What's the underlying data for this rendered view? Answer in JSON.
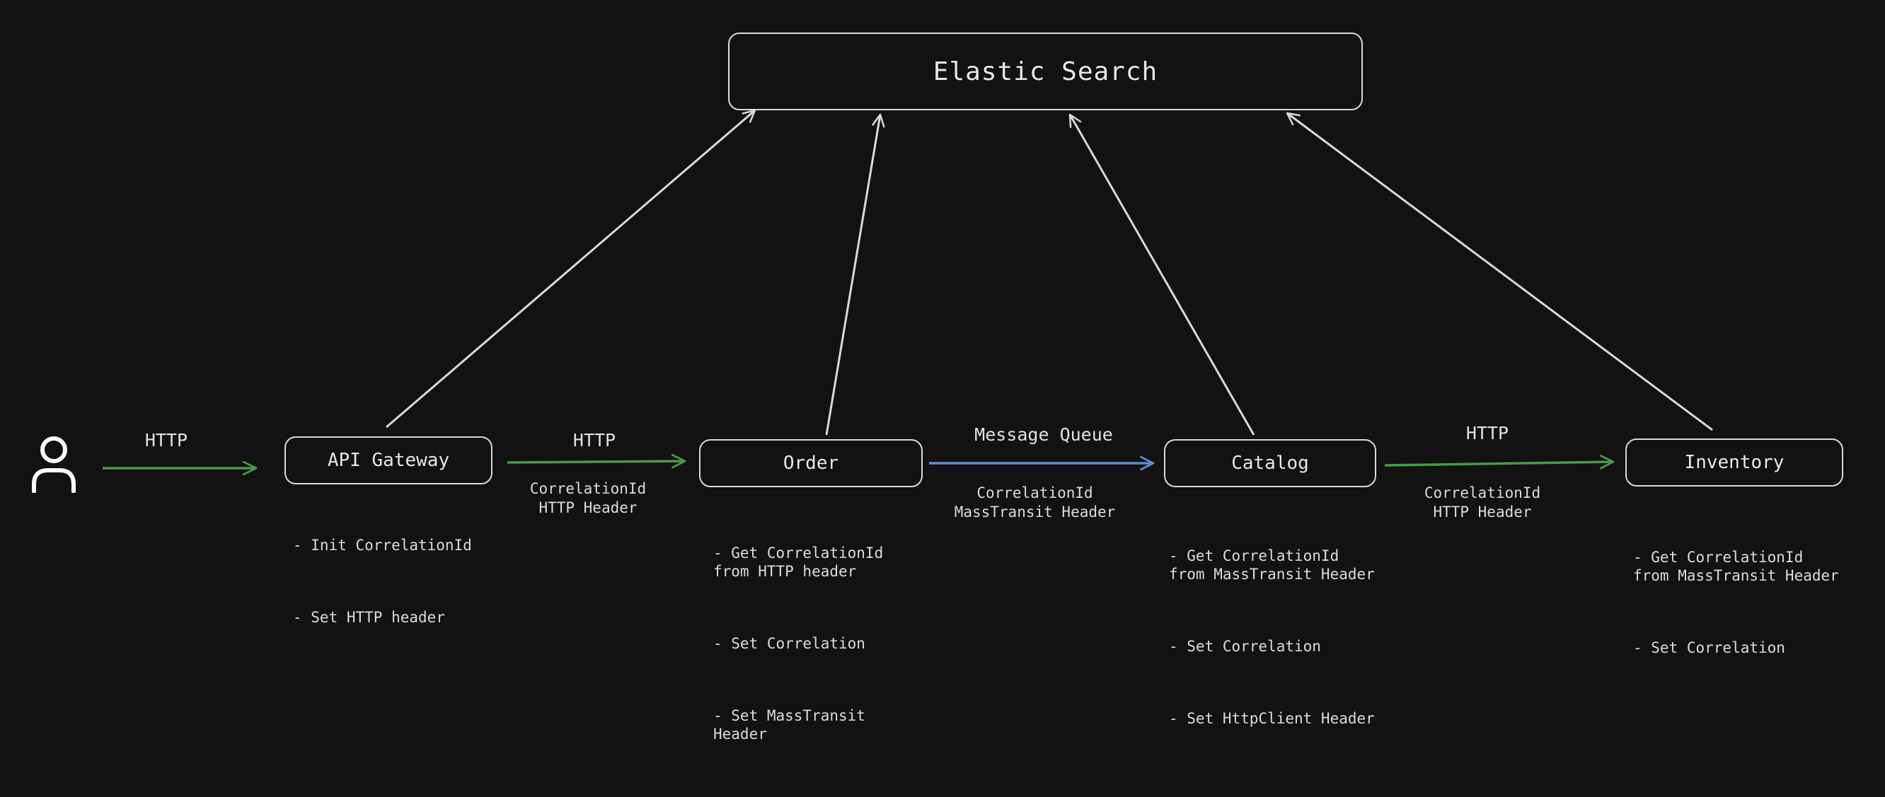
{
  "nodes": {
    "elastic": {
      "label": "Elastic Search"
    },
    "gateway": {
      "label": "API Gateway"
    },
    "order": {
      "label": "Order"
    },
    "catalog": {
      "label": "Catalog"
    },
    "inventory": {
      "label": "Inventory"
    }
  },
  "user": {
    "icon": "user-icon"
  },
  "edges": {
    "user_gateway": {
      "title": "HTTP",
      "color": "#4a9a4a"
    },
    "gateway_order": {
      "title": "HTTP",
      "note_line1": "CorrelationId",
      "note_line2": "HTTP Header",
      "color": "#4a9a4a"
    },
    "order_catalog": {
      "title": "Message Queue",
      "note_line1": "CorrelationId",
      "note_line2": "MassTransit Header",
      "color": "#5b8fd6"
    },
    "catalog_inventory": {
      "title": "HTTP",
      "note_line1": "CorrelationId",
      "note_line2": "HTTP Header",
      "color": "#4a9a4a"
    }
  },
  "notes": {
    "gateway": [
      "- Init CorrelationId",
      "- Set HTTP header"
    ],
    "order": [
      "- Get CorrelationId\nfrom HTTP header",
      "- Set Correlation",
      "- Set MassTransit\nHeader"
    ],
    "catalog": [
      "- Get CorrelationId\nfrom MassTransit Header",
      "- Set Correlation",
      "- Set HttpClient Header"
    ],
    "inventory": [
      "- Get CorrelationId\nfrom MassTransit Header",
      "- Set Correlation"
    ]
  },
  "colors": {
    "background": "#121212",
    "stroke": "#d9d9d9",
    "http_arrow": "#4a9a4a",
    "queue_arrow": "#5b8fd6"
  }
}
